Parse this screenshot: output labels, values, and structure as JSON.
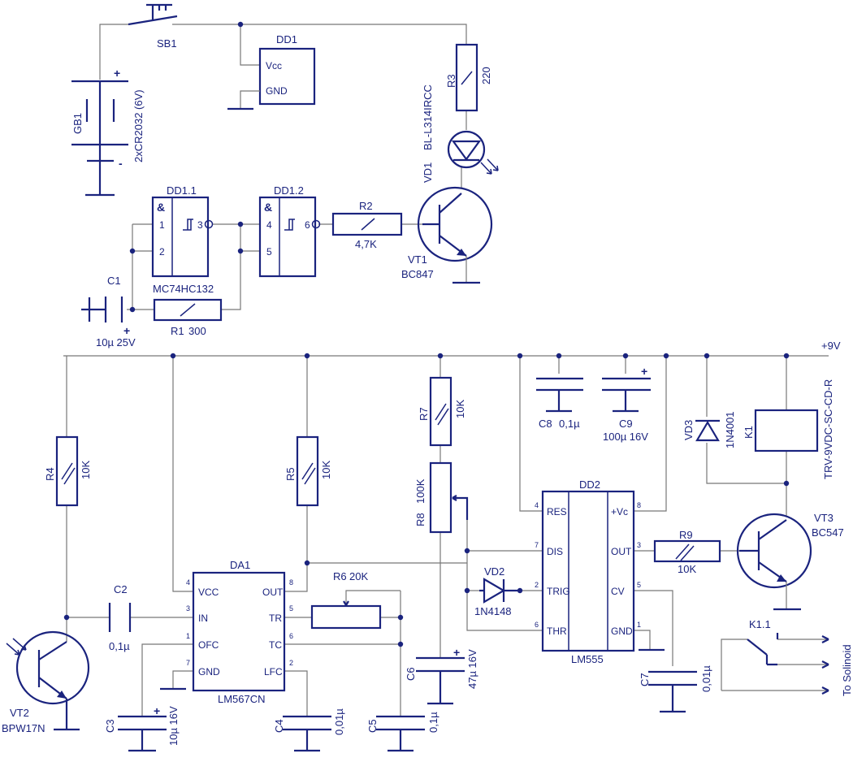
{
  "components": {
    "SB1": {
      "ref": "SB1"
    },
    "DD1": {
      "ref": "DD1",
      "pin_vcc": "Vcc",
      "pin_gnd": "GND"
    },
    "GB1": {
      "ref": "GB1",
      "value": "2xCR2032 (6V)"
    },
    "R3": {
      "ref": "R3",
      "value": "220"
    },
    "VD1": {
      "ref": "VD1",
      "value": "BL-L314IRCC"
    },
    "DD1_1": {
      "ref": "DD1.1",
      "part": "MC74HC132",
      "pin1": "1",
      "pin2": "2",
      "pin3": "3",
      "amp": "&"
    },
    "DD1_2": {
      "ref": "DD1.2",
      "pin4": "4",
      "pin5": "5",
      "pin6": "6",
      "amp": "&"
    },
    "R2": {
      "ref": "R2",
      "value": "4,7K"
    },
    "VT1": {
      "ref": "VT1",
      "value": "BC847"
    },
    "C1": {
      "ref": "C1",
      "value": "10µ 25V"
    },
    "R1": {
      "ref": "R1",
      "value": "300"
    },
    "rail": {
      "label": "+9V"
    },
    "R4": {
      "ref": "R4",
      "value": "10K"
    },
    "R5": {
      "ref": "R5",
      "value": "10K"
    },
    "R7": {
      "ref": "R7",
      "value": "10K"
    },
    "R8": {
      "ref": "R8",
      "value": "100K"
    },
    "C8": {
      "ref": "C8",
      "value": "0,1µ"
    },
    "C9": {
      "ref": "C9",
      "value": "100µ 16V"
    },
    "VD3": {
      "ref": "VD3",
      "value": "1N4001"
    },
    "K1": {
      "ref": "K1",
      "value": "TRV-9VDC-SC-CD-R"
    },
    "DD2": {
      "ref": "DD2",
      "part": "LM555",
      "pins": {
        "res": "RES",
        "dis": "DIS",
        "trig": "TRIG",
        "thr": "THR",
        "vc": "+Vc",
        "out": "OUT",
        "cv": "CV",
        "gnd": "GND"
      }
    },
    "VD2": {
      "ref": "VD2",
      "value": "1N4148"
    },
    "R9": {
      "ref": "R9",
      "value": "10K"
    },
    "VT3": {
      "ref": "VT3",
      "value": "BC547"
    },
    "C2": {
      "ref": "C2",
      "value": "0,1µ"
    },
    "DA1": {
      "ref": "DA1",
      "part": "LM567CN",
      "pins": {
        "vcc": "VCC",
        "in": "IN",
        "ofc": "OFC",
        "gnd": "GND",
        "out": "OUT",
        "tr": "TR",
        "tc": "TC",
        "lfc": "LFC"
      }
    },
    "R6": {
      "ref": "R6",
      "value": "20K"
    },
    "VT2": {
      "ref": "VT2",
      "value": "BPW17N"
    },
    "C3": {
      "ref": "C3",
      "value": "10µ 16V"
    },
    "C4": {
      "ref": "C4",
      "value": "0,01µ"
    },
    "C5": {
      "ref": "C5",
      "value": "0,1µ"
    },
    "C6": {
      "ref": "C6",
      "value": "47µ 16V"
    },
    "C7": {
      "ref": "C7",
      "value": "0,01µ"
    },
    "K1_1": {
      "ref": "K1.1",
      "label": "To Solinoid"
    }
  },
  "pin_numbers": [
    "1",
    "2",
    "3",
    "4",
    "5",
    "6",
    "7",
    "8"
  ],
  "colors": {
    "ink": "#1a237e",
    "wire": "#777777",
    "background": "#ffffff"
  }
}
